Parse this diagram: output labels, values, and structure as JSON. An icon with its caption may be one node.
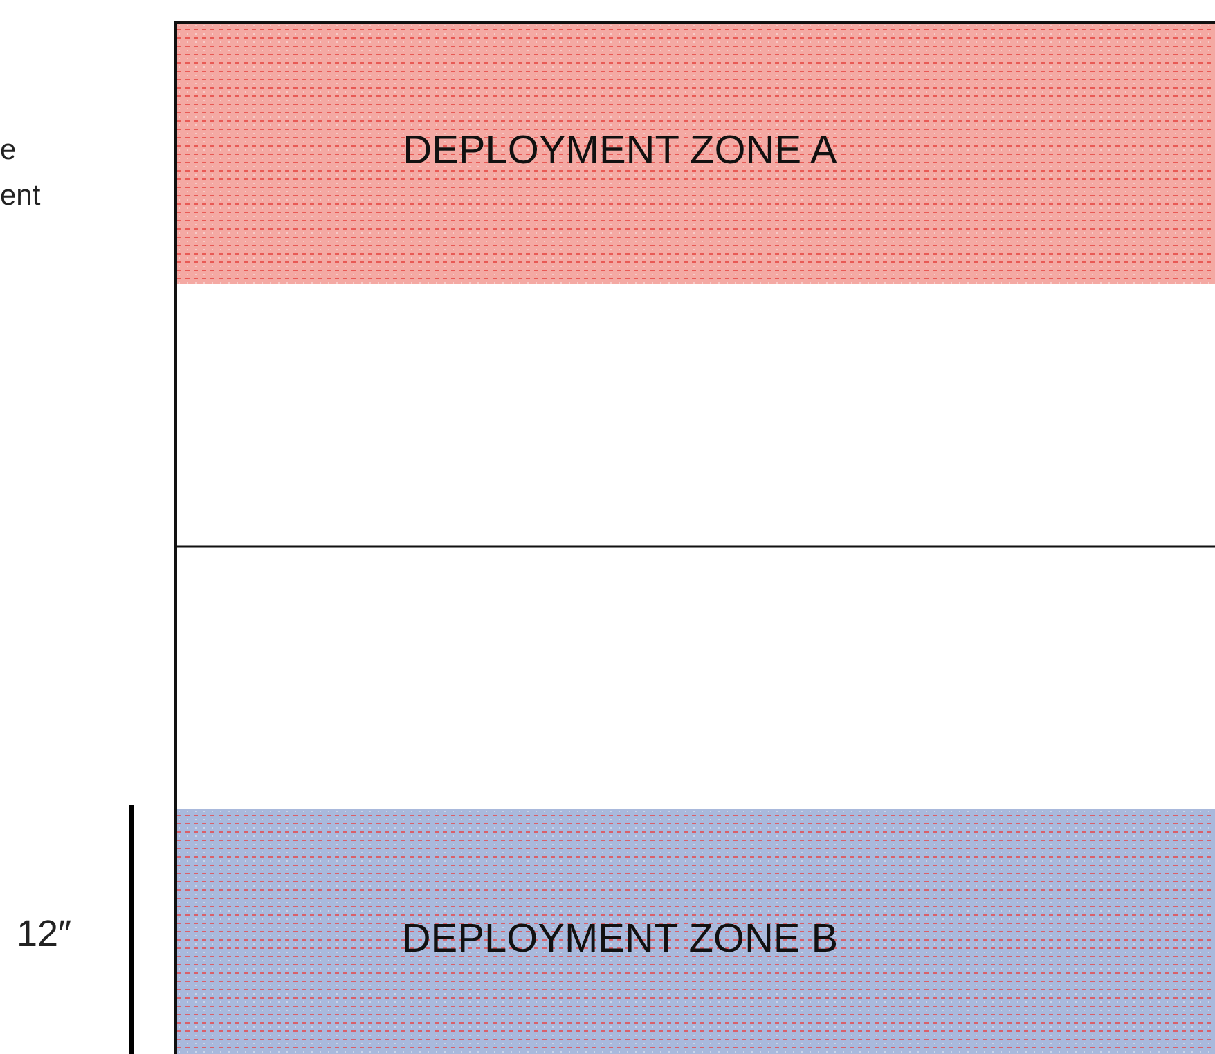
{
  "diagram": {
    "nodes": [
      {
        "text": [],
        "shape": "box"
      },
      {
        "text": [
          "DEPLOYMENT ZONE A"
        ],
        "in": 0
      },
      {
        "text": [
          "DEPLOYMENT ZONE B"
        ],
        "in": 0
      }
    ],
    "labels": [
      "e",
      "ent",
      "12″"
    ]
  }
}
